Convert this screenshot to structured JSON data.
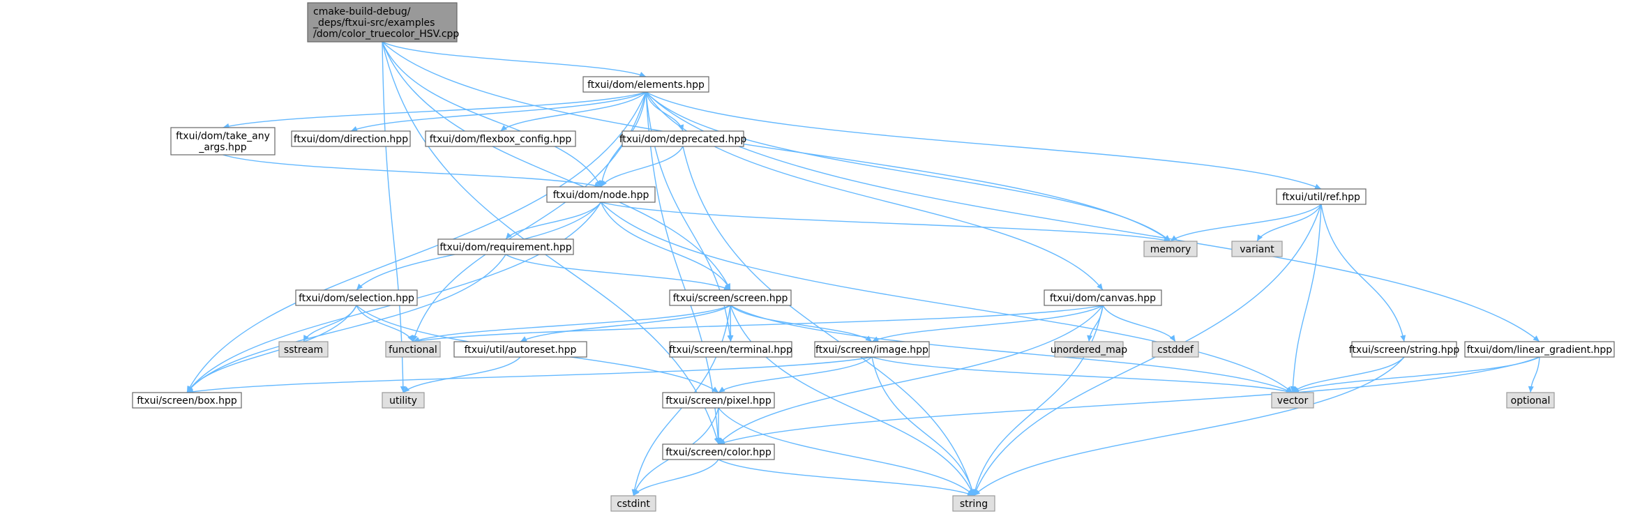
{
  "colors": {
    "edge": "#63b8ff",
    "root_fill": "#999999",
    "header_fill": "#ffffff",
    "system_fill": "#e0e0e0",
    "border": "#666666"
  },
  "nodes": {
    "root": [
      "cmake-build-debug/",
      "_deps/ftxui-src/examples",
      "/dom/color_truecolor_HSV.cpp"
    ],
    "elements": [
      "ftxui/dom/elements.hpp"
    ],
    "take_any_args": [
      "ftxui/dom/take_any",
      "_args.hpp"
    ],
    "direction": [
      "ftxui/dom/direction.hpp"
    ],
    "flexbox_config": [
      "ftxui/dom/flexbox_config.hpp"
    ],
    "deprecated": [
      "ftxui/dom/deprecated.hpp"
    ],
    "node": [
      "ftxui/dom/node.hpp"
    ],
    "util_ref": [
      "ftxui/util/ref.hpp"
    ],
    "memory": [
      "memory"
    ],
    "variant": [
      "variant"
    ],
    "requirement": [
      "ftxui/dom/requirement.hpp"
    ],
    "selection": [
      "ftxui/dom/selection.hpp"
    ],
    "screen": [
      "ftxui/screen/screen.hpp"
    ],
    "canvas": [
      "ftxui/dom/canvas.hpp"
    ],
    "sstream": [
      "sstream"
    ],
    "functional": [
      "functional"
    ],
    "autoreset": [
      "ftxui/util/autoreset.hpp"
    ],
    "terminal": [
      "ftxui/screen/terminal.hpp"
    ],
    "image": [
      "ftxui/screen/image.hpp"
    ],
    "unordered_map": [
      "unordered_map"
    ],
    "cstddef": [
      "cstddef"
    ],
    "screen_string": [
      "ftxui/screen/string.hpp"
    ],
    "linear_gradient": [
      "ftxui/dom/linear_gradient.hpp"
    ],
    "box": [
      "ftxui/screen/box.hpp"
    ],
    "utility": [
      "utility"
    ],
    "pixel": [
      "ftxui/screen/pixel.hpp"
    ],
    "vector": [
      "vector"
    ],
    "optional": [
      "optional"
    ],
    "color": [
      "ftxui/screen/color.hpp"
    ],
    "cstdint": [
      "cstdint"
    ],
    "string": [
      "string"
    ]
  },
  "edges": [
    [
      "root",
      "elements"
    ],
    [
      "root",
      "node"
    ],
    [
      "root",
      "memory"
    ],
    [
      "root",
      "screen"
    ],
    [
      "root",
      "utility"
    ],
    [
      "root",
      "color"
    ],
    [
      "elements",
      "take_any_args"
    ],
    [
      "elements",
      "direction"
    ],
    [
      "elements",
      "flexbox_config"
    ],
    [
      "elements",
      "deprecated"
    ],
    [
      "elements",
      "node"
    ],
    [
      "elements",
      "util_ref"
    ],
    [
      "elements",
      "memory"
    ],
    [
      "elements",
      "functional"
    ],
    [
      "elements",
      "terminal"
    ],
    [
      "elements",
      "canvas"
    ],
    [
      "elements",
      "linear_gradient"
    ],
    [
      "elements",
      "box"
    ],
    [
      "elements",
      "color"
    ],
    [
      "take_any_args",
      "node"
    ],
    [
      "deprecated",
      "node"
    ],
    [
      "deprecated",
      "string"
    ],
    [
      "node",
      "requirement"
    ],
    [
      "node",
      "selection"
    ],
    [
      "node",
      "screen"
    ],
    [
      "node",
      "memory"
    ],
    [
      "node",
      "vector"
    ],
    [
      "node",
      "box"
    ],
    [
      "util_ref",
      "memory"
    ],
    [
      "util_ref",
      "variant"
    ],
    [
      "util_ref",
      "vector"
    ],
    [
      "util_ref",
      "screen_string"
    ],
    [
      "util_ref",
      "string"
    ],
    [
      "requirement",
      "screen"
    ],
    [
      "requirement",
      "box"
    ],
    [
      "selection",
      "sstream"
    ],
    [
      "selection",
      "functional"
    ],
    [
      "selection",
      "box"
    ],
    [
      "selection",
      "pixel"
    ],
    [
      "screen",
      "functional"
    ],
    [
      "screen",
      "autoreset"
    ],
    [
      "screen",
      "terminal"
    ],
    [
      "screen",
      "image"
    ],
    [
      "screen",
      "vector"
    ],
    [
      "screen",
      "cstdint"
    ],
    [
      "screen",
      "string"
    ],
    [
      "canvas",
      "functional"
    ],
    [
      "canvas",
      "image"
    ],
    [
      "canvas",
      "unordered_map"
    ],
    [
      "canvas",
      "cstddef"
    ],
    [
      "canvas",
      "color"
    ],
    [
      "canvas",
      "string"
    ],
    [
      "autoreset",
      "utility"
    ],
    [
      "image",
      "box"
    ],
    [
      "image",
      "pixel"
    ],
    [
      "image",
      "vector"
    ],
    [
      "image",
      "string"
    ],
    [
      "screen_string",
      "vector"
    ],
    [
      "screen_string",
      "string"
    ],
    [
      "linear_gradient",
      "vector"
    ],
    [
      "linear_gradient",
      "optional"
    ],
    [
      "linear_gradient",
      "color"
    ],
    [
      "pixel",
      "color"
    ],
    [
      "pixel",
      "cstdint"
    ],
    [
      "pixel",
      "string"
    ],
    [
      "color",
      "cstdint"
    ],
    [
      "color",
      "string"
    ]
  ]
}
